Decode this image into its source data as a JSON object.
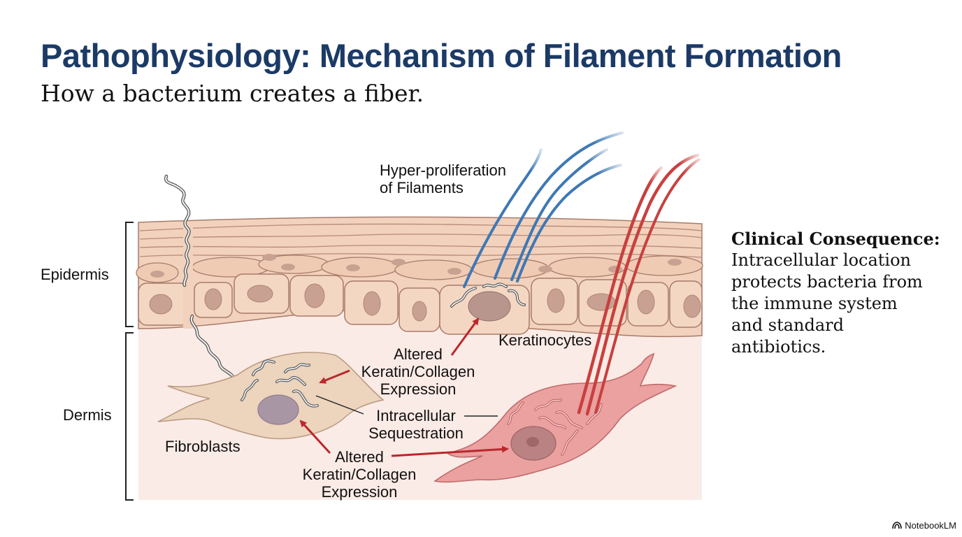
{
  "header": {
    "title": "Pathophysiology: Mechanism of Filament Formation",
    "subtitle": "How a bacterium creates a fiber."
  },
  "diagram": {
    "layers": {
      "epidermis": "Epidermis",
      "dermis": "Dermis"
    },
    "labels": {
      "hyperproliferation_line1": "Hyper-proliferation",
      "hyperproliferation_line2": "of Filaments",
      "keratinocytes": "Keratinocytes",
      "fibroblasts": "Fibroblasts",
      "altered_top": [
        "Altered",
        "Keratin/Collagen",
        "Expression"
      ],
      "altered_bottom": [
        "Altered",
        "Keratin/Collagen",
        "Expression"
      ],
      "sequestration": [
        "Intracellular",
        "Sequestration"
      ]
    },
    "colors": {
      "title": "#1c3a66",
      "blue_filament": "#3f78b5",
      "red_filament": "#c8403f",
      "arrow": "#b9282c",
      "skin": "#f2d2bd",
      "cell_outline": "#a77b6a",
      "fibroblast": "#ecd4bd",
      "infected_cell": "#eaa1a0",
      "dermis_bg": "#fbebe6"
    }
  },
  "sidebar": {
    "heading": "Clinical Consequence:",
    "body_lines": [
      "Intracellular location",
      "protects bacteria from",
      "the immune system",
      "and standard",
      "antibiotics."
    ]
  },
  "footer": {
    "brand": "NotebookLM",
    "brand_icon": "notebooklm-logo-icon"
  }
}
